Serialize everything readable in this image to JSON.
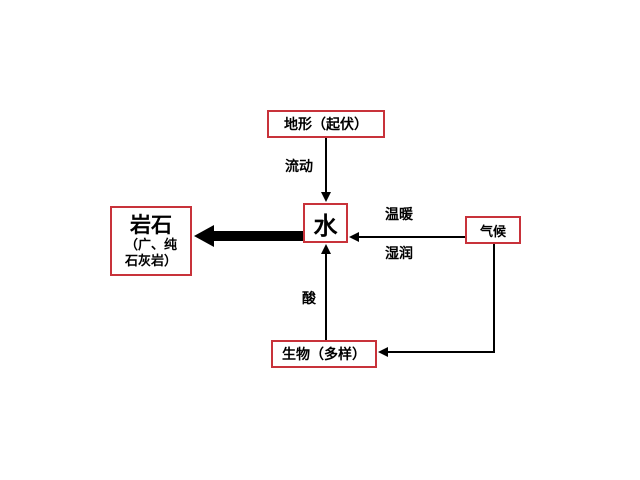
{
  "diagram": {
    "nodes": {
      "terrain": "地形（起伏）",
      "water": "水",
      "rock_main": "岩石",
      "rock_line1": "（广、纯",
      "rock_line2": "石灰岩）",
      "climate": "气候",
      "biology": "生物（多样）"
    },
    "edge_labels": {
      "flow": "流动",
      "warm": "温暖",
      "moist": "湿润",
      "acid": "酸"
    },
    "colors": {
      "node_border": "#c8323a",
      "arrow": "#000000"
    }
  }
}
